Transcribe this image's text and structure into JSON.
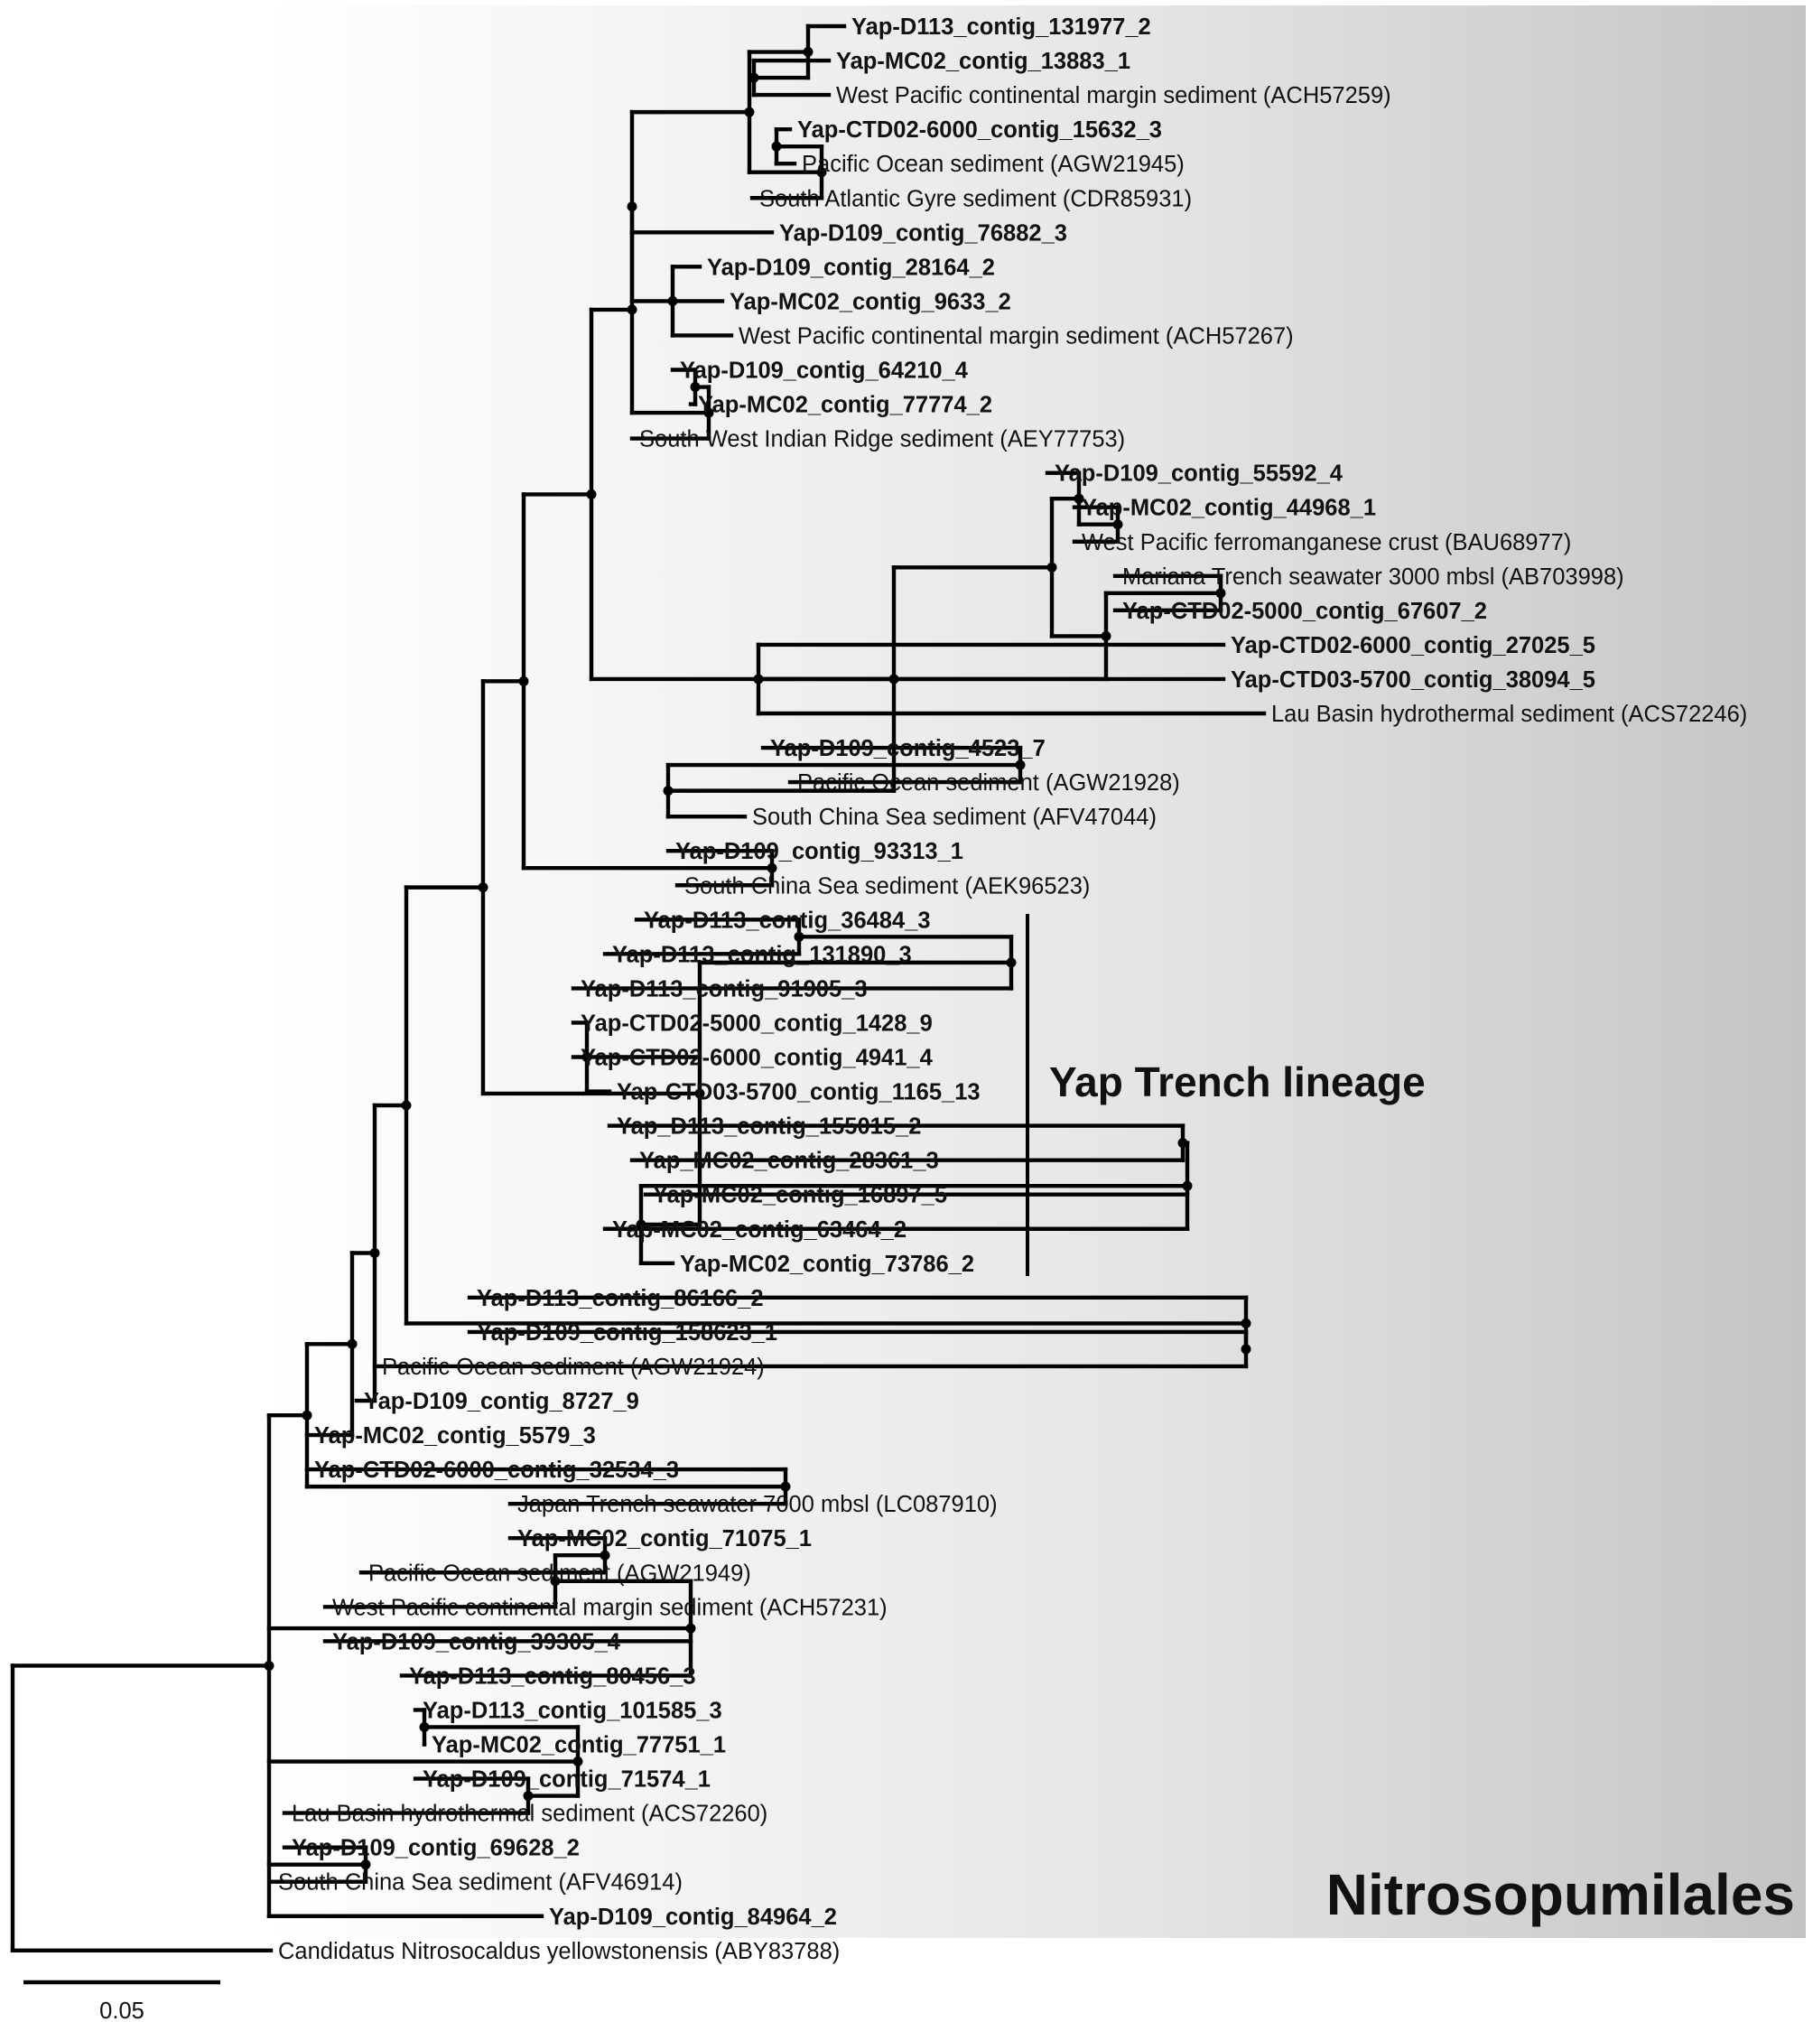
{
  "clade_label": "Nitrosopumilales",
  "lineage_label": "Yap Trench lineage",
  "scale": {
    "label": "0.05",
    "value": 0.05
  },
  "tree": {
    "c": [
      {
        "c": [
          {
            "c": [
              {
                "c": [
                  {
                    "c": [
                      {
                        "c": [
                          {
                            "c": [
                              {
                                "c": [
                                  {
                                    "c": [
                                      {
                                        "c": [
                                          {
                                            "c": [
                                              {
                                                "c": [
                                                  {
                                                    "n": "Yap-D113_contig_131977_2",
                                                    "b": true
                                                  },
                                                  {
                                                    "c": [
                                                      {
                                                        "n": "Yap-MC02_contig_13883_1",
                                                        "b": true
                                                      },
                                                      {
                                                        "n": "West Pacific continental margin sediment (ACH57259)",
                                                        "b": false
                                                      }
                                                    ]
                                                  }
                                                ]
                                              },
                                              {
                                                "c": [
                                                  {
                                                    "c": [
                                                      {
                                                        "n": "Yap-CTD02-6000_contig_15632_3",
                                                        "b": true
                                                      },
                                                      {
                                                        "n": "Pacific Ocean sediment (AGW21945)",
                                                        "b": false
                                                      }
                                                    ]
                                                  },
                                                  {
                                                    "n": "South Atlantic Gyre sediment (CDR85931)",
                                                    "b": false
                                                  }
                                                ]
                                              }
                                            ]
                                          },
                                          {
                                            "n": "Yap-D109_contig_76882_3",
                                            "b": true
                                          },
                                          {
                                            "c": [
                                              {
                                                "n": "Yap-D109_contig_28164_2",
                                                "b": true
                                              },
                                              {
                                                "n": "Yap-MC02_contig_9633_2",
                                                "b": true
                                              },
                                              {
                                                "n": "West Pacific continental margin sediment (ACH57267)",
                                                "b": false
                                              }
                                            ]
                                          }
                                        ]
                                      },
                                      {
                                        "c": [
                                          {
                                            "c": [
                                              {
                                                "n": "Yap-D109_contig_64210_4",
                                                "b": true
                                              },
                                              {
                                                "n": "Yap-MC02_contig_77774_2",
                                                "b": true
                                              }
                                            ]
                                          },
                                          {
                                            "n": "South West Indian Ridge sediment (AEY77753)",
                                            "b": false
                                          }
                                        ]
                                      }
                                    ]
                                  },
                                  {
                                    "c": [
                                      {
                                        "c": [
                                          {
                                            "c": [
                                              {
                                                "n": "Yap-D109_contig_55592_4",
                                                "b": true
                                              },
                                              {
                                                "c": [
                                                  {
                                                    "n": "Yap-MC02_contig_44968_1",
                                                    "b": true
                                                  },
                                                  {
                                                    "n": "West Pacific ferromanganese crust (BAU68977)",
                                                    "b": false
                                                  }
                                                ]
                                              }
                                            ]
                                          },
                                          {
                                            "c": [
                                              {
                                                "c": [
                                                  {
                                                    "n": "Mariana Trench seawater 3000 mbsl (AB703998)",
                                                    "b": false
                                                  },
                                                  {
                                                    "n": "Yap-CTD02-5000_contig_67607_2",
                                                    "b": true
                                                  }
                                                ]
                                              },
                                              {
                                                "c": [
                                                  {
                                                    "n": "Yap-CTD02-6000_contig_27025_5",
                                                    "b": true
                                                  },
                                                  {
                                                    "n": "Yap-CTD03-5700_contig_38094_5",
                                                    "b": true
                                                  },
                                                  {
                                                    "n": "Lau Basin hydrothermal sediment (ACS72246)",
                                                    "b": false
                                                  }
                                                ]
                                              }
                                            ]
                                          }
                                        ]
                                      },
                                      {
                                        "c": [
                                          {
                                            "c": [
                                              {
                                                "n": "Yap-D109_contig_4523_7",
                                                "b": true
                                              },
                                              {
                                                "n": "Pacific Ocean sediment (AGW21928)",
                                                "b": false
                                              }
                                            ]
                                          },
                                          {
                                            "n": "South China Sea sediment (AFV47044)",
                                            "b": false
                                          }
                                        ]
                                      }
                                    ]
                                  }
                                ]
                              },
                              {
                                "c": [
                                  {
                                    "n": "Yap-D109_contig_93313_1",
                                    "b": true
                                  },
                                  {
                                    "n": "South China Sea sediment (AEK96523)",
                                    "b": false
                                  }
                                ]
                              }
                            ]
                          },
                          {
                            "c": [
                              {
                                "c": [
                                  {
                                    "c": [
                                      {
                                        "n": "Yap-D113_contig_36484_3",
                                        "b": true
                                      },
                                      {
                                        "n": "Yap-D113_contig_131890_3",
                                        "b": true
                                      }
                                    ]
                                  },
                                  {
                                    "n": "Yap-D113_contig_91905_3",
                                    "b": true
                                  }
                                ]
                              },
                              {
                                "c": [
                                  {
                                    "n": "Yap-CTD02-5000_contig_1428_9",
                                    "b": true
                                  },
                                  {
                                    "n": "Yap-CTD02-6000_contig_4941_4",
                                    "b": true
                                  },
                                  {
                                    "n": "Yap-CTD03-5700_contig_1165_13",
                                    "b": true
                                  }
                                ]
                              },
                              {
                                "c": [
                                  {
                                    "c": [
                                      {
                                        "c": [
                                          {
                                            "n": "Yap_D113_contig_155015_2",
                                            "b": true
                                          },
                                          {
                                            "n": "Yap_MC02_contig_28361_3",
                                            "b": true
                                          }
                                        ]
                                      },
                                      {
                                        "n": "Yap-MC02_contig_16897_5",
                                        "b": true
                                      },
                                      {
                                        "n": "Yap-MC02_contig_63464_2",
                                        "b": true
                                      }
                                    ]
                                  },
                                  {
                                    "n": "Yap-MC02_contig_73786_2",
                                    "b": true
                                  }
                                ]
                              }
                            ]
                          }
                        ]
                      },
                      {
                        "c": [
                          {
                            "n": "Yap-D113_contig_86166_2",
                            "b": true
                          },
                          {
                            "c": [
                              {
                                "n": "Yap-D109_contig_158623_1",
                                "b": true
                              },
                              {
                                "n": "Pacific Ocean sediment (AGW21924)",
                                "b": false
                              }
                            ]
                          }
                        ]
                      }
                    ]
                  },
                  {
                    "n": "Yap-D109_contig_8727_9",
                    "b": true
                  }
                ]
              },
              {
                "n": "Yap-MC02_contig_5579_3",
                "b": true
              }
            ]
          },
          {
            "c": [
              {
                "n": "Yap-CTD02-6000_contig_32534_3",
                "b": true
              },
              {
                "n": "Japan Trench seawater 7000 mbsl (LC087910)",
                "b": false
              }
            ]
          }
        ]
      },
      {
        "c": [
          {
            "c": [
              {
                "c": [
                  {
                    "n": "Yap-MC02_contig_71075_1",
                    "b": true
                  },
                  {
                    "n": "Pacific Ocean sediment (AGW21949)",
                    "b": false
                  }
                ]
              },
              {
                "n": "West Pacific continental margin sediment (ACH57231)",
                "b": false
              }
            ]
          },
          {
            "n": "Yap-D109_contig_39305_4",
            "b": true
          },
          {
            "n": "Yap-D113_contig_80456_3",
            "b": true
          }
        ]
      },
      {
        "c": [
          {
            "c": [
              {
                "n": "Yap-D113_contig_101585_3",
                "b": true
              },
              {
                "n": "Yap-MC02_contig_77751_1",
                "b": true
              }
            ]
          },
          {
            "c": [
              {
                "n": "Yap-D109_contig_71574_1",
                "b": true
              },
              {
                "n": "Lau Basin hydrothermal sediment (ACS72260)",
                "b": false
              }
            ]
          }
        ]
      },
      {
        "c": [
          {
            "n": "Yap-D109_contig_69628_2",
            "b": true
          },
          {
            "n": "South China Sea sediment (AFV46914)",
            "b": false
          }
        ]
      },
      {
        "n": "Yap-D109_contig_84964_2",
        "b": true
      }
    ]
  },
  "outgroup": {
    "n": "Candidatus Nitrosocaldus yellowstonensis (ABY83788)",
    "b": false
  }
}
